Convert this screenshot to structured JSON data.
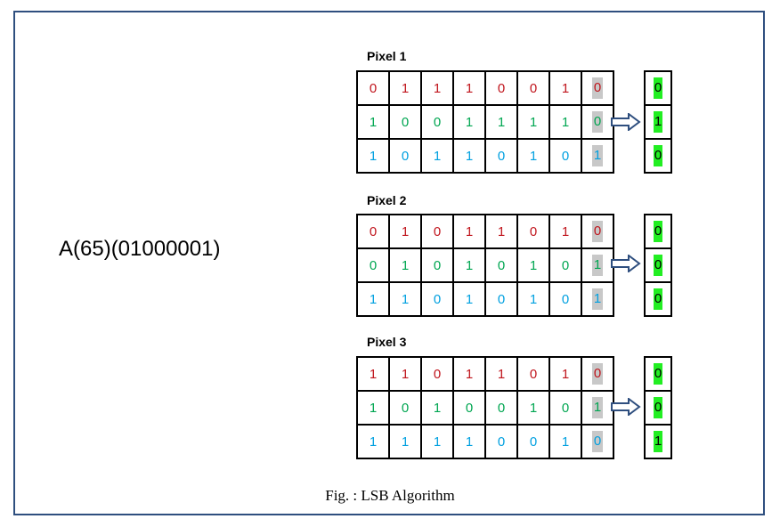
{
  "character_label": "A(65)(01000001)",
  "caption": "Fig. : LSB Algorithm",
  "colors": {
    "red_channel": "#c0141c",
    "green_channel": "#00a651",
    "blue_channel": "#00a0e0",
    "lsb_highlight": "#c8c8c8",
    "result_highlight": "#22ee22",
    "frame_border": "#2f4f7f"
  },
  "pixels": [
    {
      "title": "Pixel 1",
      "rows": [
        [
          "0",
          "1",
          "1",
          "1",
          "0",
          "0",
          "1",
          "0"
        ],
        [
          "1",
          "0",
          "0",
          "1",
          "1",
          "1",
          "1",
          "0"
        ],
        [
          "1",
          "0",
          "1",
          "1",
          "0",
          "1",
          "0",
          "1"
        ]
      ],
      "result": [
        "0",
        "1",
        "0"
      ]
    },
    {
      "title": "Pixel 2",
      "rows": [
        [
          "0",
          "1",
          "0",
          "1",
          "1",
          "0",
          "1",
          "0"
        ],
        [
          "0",
          "1",
          "0",
          "1",
          "0",
          "1",
          "0",
          "1"
        ],
        [
          "1",
          "1",
          "0",
          "1",
          "0",
          "1",
          "0",
          "1"
        ]
      ],
      "result": [
        "0",
        "0",
        "0"
      ]
    },
    {
      "title": "Pixel 3",
      "rows": [
        [
          "1",
          "1",
          "0",
          "1",
          "1",
          "0",
          "1",
          "0"
        ],
        [
          "1",
          "0",
          "1",
          "0",
          "0",
          "1",
          "0",
          "1"
        ],
        [
          "1",
          "1",
          "1",
          "1",
          "0",
          "0",
          "1",
          "0"
        ]
      ],
      "result": [
        "0",
        "0",
        "1"
      ]
    }
  ]
}
